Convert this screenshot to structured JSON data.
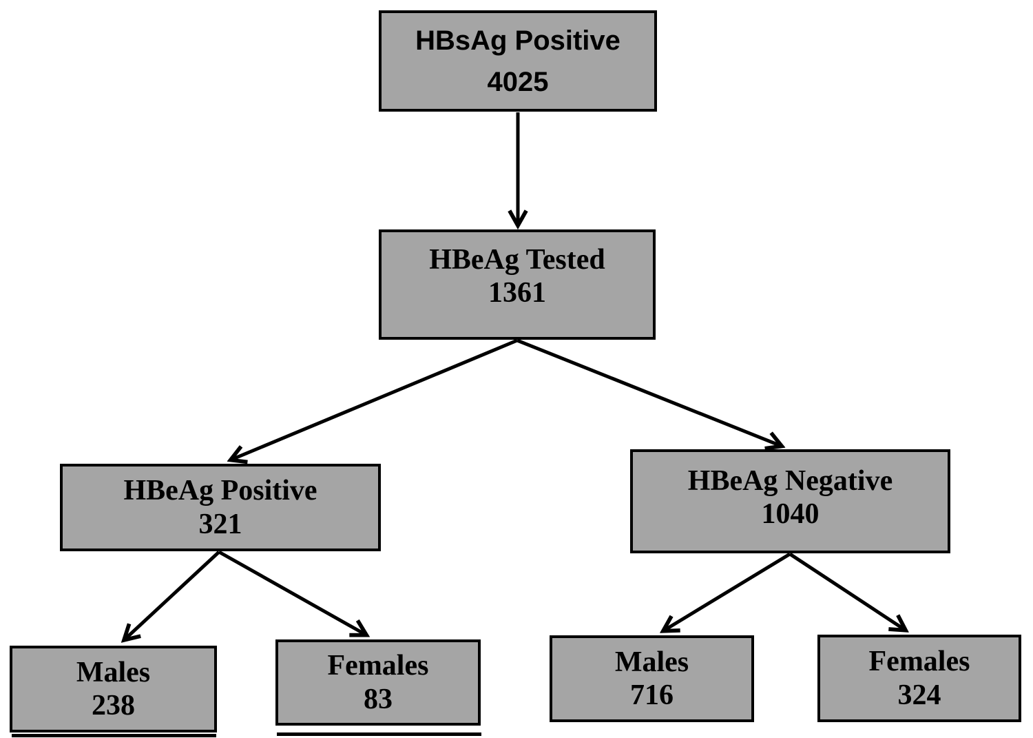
{
  "diagram": {
    "colors": {
      "background": "#ffffff",
      "box_fill": "#a5a5a5",
      "box_border": "#000000",
      "arrow": "#000000",
      "text": "#000000"
    },
    "boxes": [
      {
        "id": "hbsag-positive",
        "label": "HBsAg Positive",
        "value": "4025"
      },
      {
        "id": "hbeag-tested",
        "label": "HBeAg Tested",
        "value": "1361"
      },
      {
        "id": "hbeag-positive",
        "label": "HBeAg Positive",
        "value": "321"
      },
      {
        "id": "hbeag-negative",
        "label": "HBeAg Negative",
        "value": "1040"
      },
      {
        "id": "hbeag-positive-males",
        "label": "Males",
        "value": "238"
      },
      {
        "id": "hbeag-positive-females",
        "label": "Females",
        "value": "83"
      },
      {
        "id": "hbeag-negative-males",
        "label": "Males",
        "value": "716"
      },
      {
        "id": "hbeag-negative-females",
        "label": "Females",
        "value": "324"
      }
    ],
    "edges": [
      {
        "from": "hbsag-positive",
        "to": "hbeag-tested"
      },
      {
        "from": "hbeag-tested",
        "to": "hbeag-positive"
      },
      {
        "from": "hbeag-tested",
        "to": "hbeag-negative"
      },
      {
        "from": "hbeag-positive",
        "to": "hbeag-positive-males"
      },
      {
        "from": "hbeag-positive",
        "to": "hbeag-positive-females"
      },
      {
        "from": "hbeag-negative",
        "to": "hbeag-negative-males"
      },
      {
        "from": "hbeag-negative",
        "to": "hbeag-negative-females"
      }
    ]
  }
}
